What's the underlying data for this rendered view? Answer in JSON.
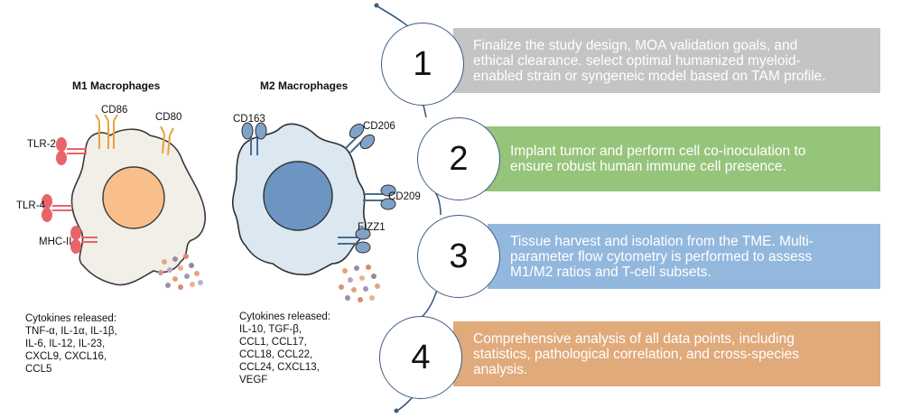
{
  "m1": {
    "title": "M1 Macrophages",
    "receptors": [
      "CD86",
      "CD80",
      "TLR-2",
      "TLR-4",
      "MHC-II"
    ],
    "cytokines_heading": "Cytokines released:",
    "cytokines": [
      "TNF-α, IL-1α, IL-1β,",
      "IL-6, IL-12, IL-23,",
      "CXCL9, CXCL16,",
      "CCL5"
    ],
    "colors": {
      "cell": "#f2efe8",
      "nucleus": "#f9bf8b",
      "receptor_red": "#e8646a",
      "receptor_orange": "#e9a23b"
    }
  },
  "m2": {
    "title": "M2 Macrophages",
    "receptors": [
      "CD163",
      "CD206",
      "CD209",
      "FIZZ1"
    ],
    "cytokines_heading": "Cytokines released:",
    "cytokines": [
      "IL-10, TGF-β,",
      "CCL1, CCL17,",
      "CCL18, CCL22,",
      "CCL24, CXCL13,",
      "VEGF"
    ],
    "colors": {
      "cell": "#dbe7f1",
      "nucleus": "#6d95c1",
      "receptor": "#7fa3c8"
    }
  },
  "steps": [
    {
      "number": "1",
      "lines": [
        "Finalize the study design, MOA validation goals, and",
        "ethical clearance. select optimal humanized myeloid-",
        "enabled strain or syngeneic model based on TAM profile."
      ],
      "color": "#c4c4c4"
    },
    {
      "number": "2",
      "lines": [
        "Implant tumor and perform cell co-inoculation to",
        "ensure robust human immune cell presence."
      ],
      "color": "#96c47a"
    },
    {
      "number": "3",
      "lines": [
        "Tissue harvest and isolation from the TME. Multi-",
        "parameter flow cytometry is performed to assess",
        "M1/M2 ratios and T-cell subsets."
      ],
      "color": "#93b8de"
    },
    {
      "number": "4",
      "lines": [
        "Comprehensive analysis of all data points, including",
        "statistics, pathological correlation, and cross-species",
        "analysis."
      ],
      "color": "#e0aa7b"
    }
  ],
  "connector_color": "#3d5a80"
}
